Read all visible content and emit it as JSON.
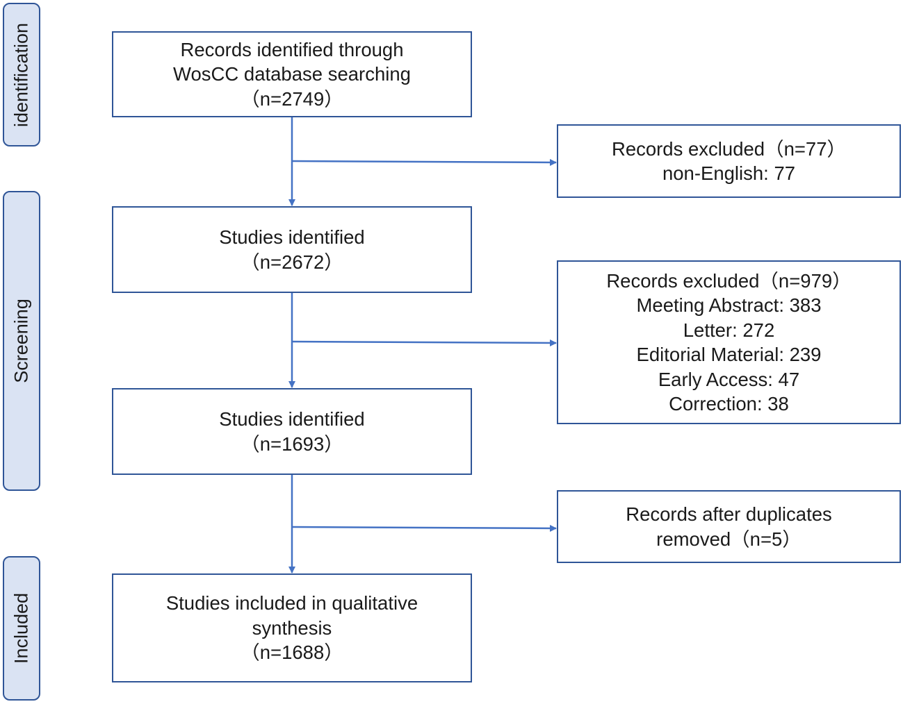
{
  "stages": [
    {
      "label": "identification"
    },
    {
      "label": "Screening"
    },
    {
      "label": "Included"
    }
  ],
  "flow_boxes": {
    "records_identified": {
      "lines": [
        "Records identified through",
        "WosCC database searching",
        "（n=2749）"
      ]
    },
    "studies_identified_1": {
      "lines": [
        "Studies identified",
        "（n=2672）"
      ]
    },
    "studies_identified_2": {
      "lines": [
        "Studies identified",
        "（n=1693）"
      ]
    },
    "studies_included": {
      "lines": [
        "Studies included in qualitative",
        "synthesis",
        "（n=1688）"
      ]
    }
  },
  "exclusion_boxes": {
    "non_english": {
      "lines": [
        "Records excluded（n=77）",
        "non-English: 77"
      ]
    },
    "document_types": {
      "lines": [
        "Records excluded（n=979）",
        "Meeting Abstract: 383",
        "Letter: 272",
        "Editorial Material: 239",
        "Early Access: 47",
        "Correction: 38"
      ]
    },
    "duplicates": {
      "lines": [
        "Records after duplicates",
        "removed（n=5）"
      ]
    }
  },
  "colors": {
    "border": "#2f5597",
    "arrow": "#4472c4",
    "stage_fill": "#dae3f3"
  }
}
